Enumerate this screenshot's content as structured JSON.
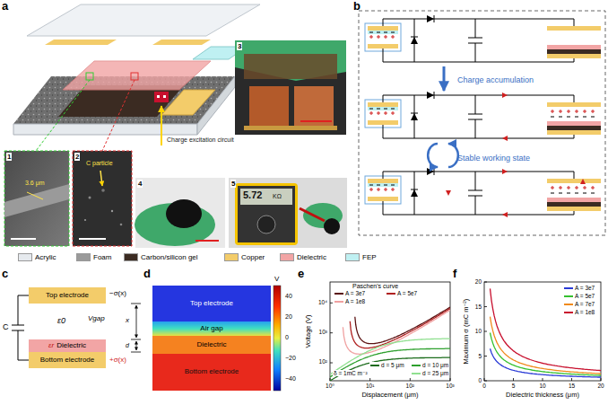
{
  "diagram": {
    "nodes": [
      {
        "text": [
          "Top electrode"
        ]
      },
      {
        "text": [
          "εr",
          "Dielectric"
        ]
      },
      {
        "text": [
          "Bottom electrode"
        ]
      },
      {
        "text": [
          "Top electrode"
        ]
      },
      {
        "text": [
          "Air gap"
        ]
      },
      {
        "text": [
          "Dielectric"
        ]
      },
      {
        "text": [
          "Bottom electrode"
        ]
      }
    ],
    "edges": [
      {
        "from": 0,
        "to": 2,
        "arrow": "none",
        "label": "C"
      }
    ],
    "labels": [
      "a",
      "b",
      "c",
      "d",
      "e",
      "f",
      "Charge excitation circuit",
      "1",
      "3.6 μm",
      "2",
      "C particle",
      "3",
      "4",
      "5",
      "5.72",
      "KΩ",
      "Charge accumulation",
      "Stable working state",
      "−σ(x)",
      "+σ(x)",
      "ε0",
      "Vgap",
      "x",
      "d",
      "V",
      "40",
      "20",
      "0",
      "−20",
      "−40",
      "Paschen's curve",
      "δ = 1mC m⁻²",
      "Voltage (V)",
      "Displacement (μm)",
      "10⁰",
      "10¹",
      "10²",
      "10³",
      "10²",
      "10³",
      "10⁴",
      "Maximum σ (mC m⁻²)",
      "Dielectric thickness (μm)",
      "0",
      "5",
      "10",
      "15",
      "20",
      "0",
      "5",
      "10",
      "15",
      "20"
    ],
    "legend": [
      {
        "text": "Acrylic",
        "color": "#e6eaee"
      },
      {
        "text": "Foam",
        "color": "#9a9a9a"
      },
      {
        "text": "Carbon/silicon gel",
        "color": "#3b2b22"
      },
      {
        "text": "Copper",
        "color": "#f3cc6a"
      },
      {
        "text": "Dielectric",
        "color": "#f2a5a5"
      },
      {
        "text": "FEP",
        "color": "#bff0f2"
      },
      {
        "text": "A = 3e7"
      },
      {
        "text": "A = 5e7"
      },
      {
        "text": "A = 1e8"
      },
      {
        "text": "d = 5 μm"
      },
      {
        "text": "d = 10 μm"
      },
      {
        "text": "d = 25 μm"
      },
      {
        "text": "A = 3e7"
      },
      {
        "text": "A = 5e7"
      },
      {
        "text": "A = 7e7"
      },
      {
        "text": "A = 1e8"
      }
    ]
  }
}
